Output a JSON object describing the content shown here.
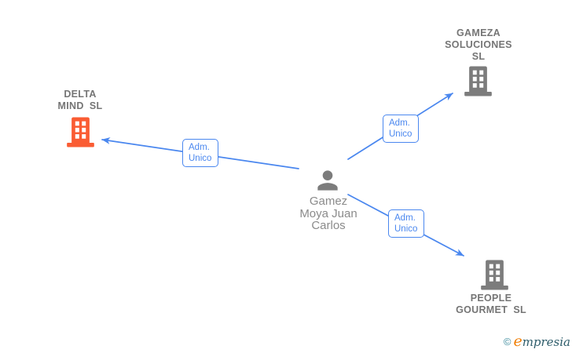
{
  "colors": {
    "edge": "#4a87ef",
    "badge_text": "#4a87ef",
    "company_label": "#757575",
    "person_label": "#8b8b8b",
    "building_gray": "#7c7c7c",
    "building_orange": "#fa5c33",
    "person_icon": "#7c7c7c",
    "watermark_copyright": "#3d8b9d",
    "watermark_initial": "#f0800a",
    "watermark_rest": "#2e5d6b"
  },
  "person": {
    "name_lines": [
      "Gamez",
      "Moya Juan",
      "Carlos"
    ]
  },
  "companies": [
    {
      "name_lines": [
        "DELTA",
        "MIND SL"
      ]
    },
    {
      "name_lines": [
        "GAMEZA",
        "SOLUCIONES",
        "SL"
      ]
    },
    {
      "name_lines": [
        "PEOPLE",
        "GOURMET SL"
      ]
    }
  ],
  "relationships": [
    {
      "role_lines": [
        "Adm.",
        "Unico"
      ],
      "from": "Gamez Moya Juan Carlos",
      "to": "DELTA MIND SL"
    },
    {
      "role_lines": [
        "Adm.",
        "Unico"
      ],
      "from": "Gamez Moya Juan Carlos",
      "to": "GAMEZA SOLUCIONES SL"
    },
    {
      "role_lines": [
        "Adm.",
        "Unico"
      ],
      "from": "Gamez Moya Juan Carlos",
      "to": "PEOPLE GOURMET SL"
    }
  ],
  "watermark": {
    "copyright": "©",
    "brand_initial": "e",
    "brand_rest": "mpresia"
  }
}
